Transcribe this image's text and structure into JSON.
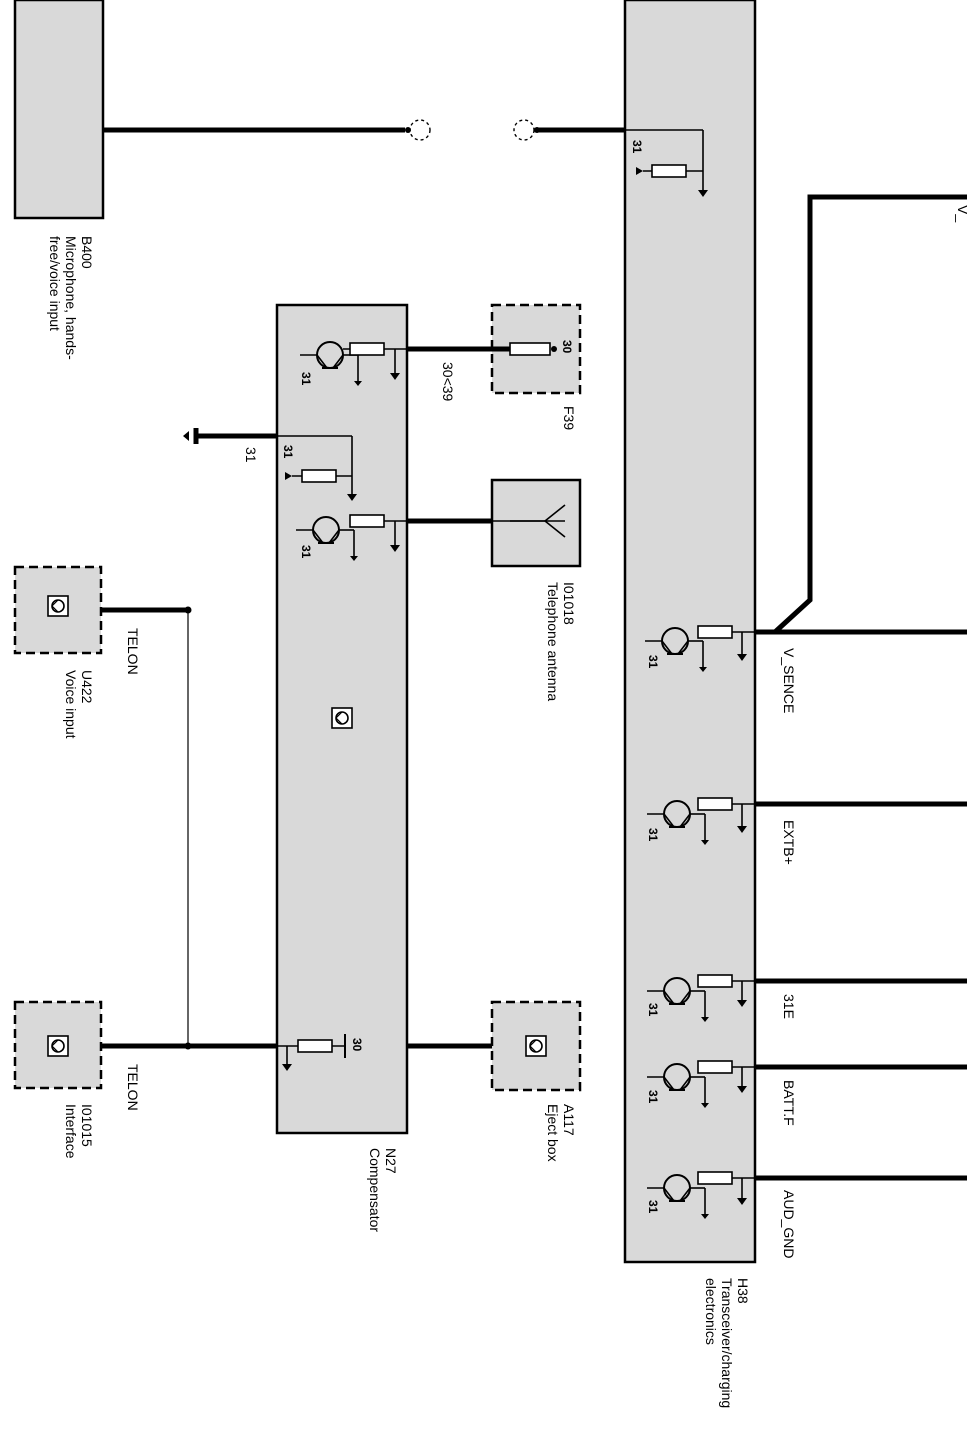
{
  "components": {
    "microphone": {
      "code": "B400",
      "name_line1": "Microphone, hands-",
      "name_line2": "free/voice input"
    },
    "transceiver": {
      "code": "H38",
      "name_line1": "Transceiver/charging",
      "name_line2": "electronics"
    },
    "compensator": {
      "code": "N27",
      "name": "Compensator"
    },
    "fuse": {
      "code": "F39",
      "pin": "30"
    },
    "antenna": {
      "code": "I01018",
      "name": "Telephone antenna"
    },
    "voice_input": {
      "code": "U422",
      "name": "Voice input"
    },
    "interface": {
      "code": "I01015",
      "name": "Interface"
    },
    "eject_box": {
      "code": "A117",
      "name": "Eject box"
    }
  },
  "wires": {
    "fuse_wire": "30<39",
    "ground_wire": "31",
    "telon_upper": "TELON",
    "telon_lower": "TELON",
    "v_sence": "V_SENCE",
    "extb": "EXTB+",
    "e31": "31E",
    "battf": "BATT.F",
    "aud_gnd": "AUD_GND"
  },
  "pins": {
    "ground": "31",
    "supply": "30"
  }
}
